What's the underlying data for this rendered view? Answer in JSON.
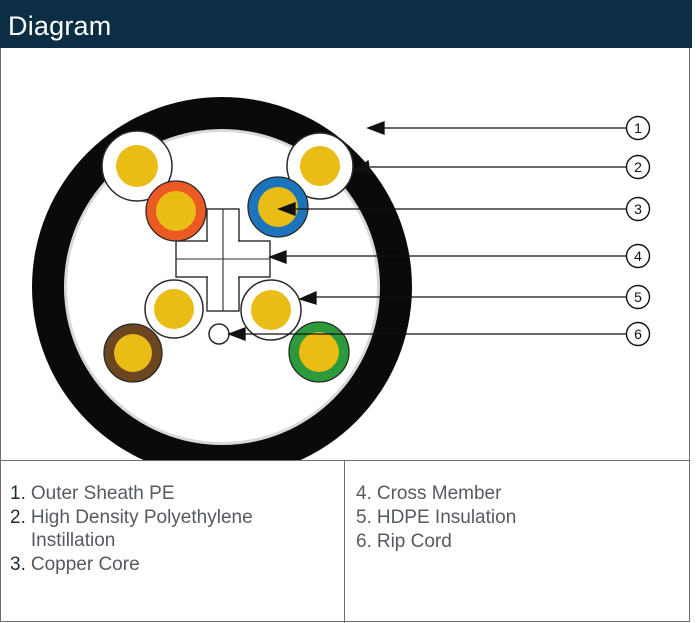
{
  "header": {
    "title": "Diagram"
  },
  "callouts": [
    "1",
    "2",
    "3",
    "4",
    "5",
    "6"
  ],
  "legend": {
    "left": [
      {
        "num": "1.",
        "text": "Outer Sheath PE"
      },
      {
        "num": "2.",
        "text": "High Density Polyethylene Instillation"
      },
      {
        "num": "3.",
        "text": "Copper Core"
      }
    ],
    "right": [
      {
        "num": "4.",
        "text": "Cross Member"
      },
      {
        "num": "5.",
        "text": "HDPE Insulation"
      },
      {
        "num": "6.",
        "text": "Rip Cord"
      }
    ]
  },
  "colors": {
    "header_bg": "#0b2e45",
    "sheath": "#0a0a0a",
    "core_yellow": "#e9bc16",
    "orange_ring": "#ea5a22",
    "blue_ring": "#1c74bd",
    "brown_ring": "#6b4620",
    "green_ring": "#2a9a3c"
  }
}
